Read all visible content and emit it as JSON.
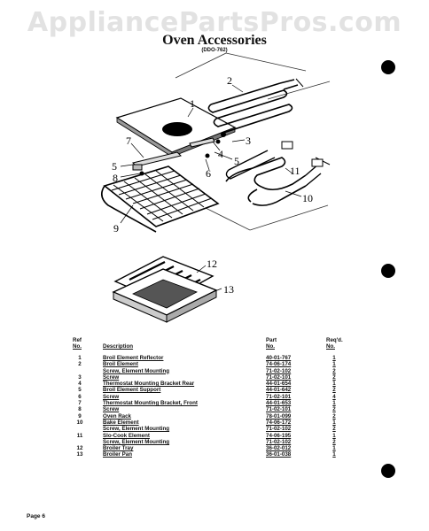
{
  "watermark": "AppliancePartsPros.com",
  "title": "Oven Accessories",
  "subtitle": "(DDO-762)",
  "callouts": [
    "1",
    "2",
    "3",
    "4",
    "5",
    "5",
    "6",
    "7",
    "8",
    "9",
    "10",
    "11",
    "12",
    "13"
  ],
  "table": {
    "headers": {
      "ref_line1": "Ref",
      "ref_line2": "No.",
      "desc_line2": "Description",
      "part_line1": "Part",
      "part_line2": "No.",
      "qty_line1": "Req'd.",
      "qty_line2": "No."
    },
    "rows": [
      {
        "ref": "1",
        "desc": "Broil Element Reflector",
        "part": "40-01-767",
        "qty": "1"
      },
      {
        "ref": "2",
        "desc": "Broil Element",
        "part": "74-06-174",
        "qty": "1"
      },
      {
        "ref": "",
        "desc": "Screw, Element Mounting",
        "part": "71-02-102",
        "qty": "2"
      },
      {
        "ref": "3",
        "desc": "Screw",
        "part": "71-02-101",
        "qty": "2"
      },
      {
        "ref": "4",
        "desc": "Thermostat Mounting Bracket Rear",
        "part": "44-01-654",
        "qty": "1"
      },
      {
        "ref": "5",
        "desc": "Broil Element Support",
        "part": "44-01-642",
        "qty": "2"
      },
      {
        "ref": "6",
        "desc": "Screw",
        "part": "71-02-101",
        "qty": "4"
      },
      {
        "ref": "7",
        "desc": "Thermostat Mounting Bracket, Front",
        "part": "44-01-653",
        "qty": "1"
      },
      {
        "ref": "8",
        "desc": "Screw",
        "part": "71-02-101",
        "qty": "2"
      },
      {
        "ref": "9",
        "desc": "Oven Rack",
        "part": "78-01-099",
        "qty": "2"
      },
      {
        "ref": "10",
        "desc": "Bake Element",
        "part": "74-06-172",
        "qty": "1"
      },
      {
        "ref": "",
        "desc": "Screw, Element Mounting",
        "part": "71-02-102",
        "qty": "2"
      },
      {
        "ref": "11",
        "desc": "Slo-Cook Element",
        "part": "74-06-195",
        "qty": "1"
      },
      {
        "ref": "",
        "desc": "Screw, Element Mounting",
        "part": "71-02-102",
        "qty": "2"
      },
      {
        "ref": "12",
        "desc": "Broiler Tray",
        "part": "36-02-012",
        "qty": "1"
      },
      {
        "ref": "13",
        "desc": "Broiler Pan",
        "part": "36-01-038",
        "qty": "1"
      }
    ]
  },
  "footer": "Page 6"
}
